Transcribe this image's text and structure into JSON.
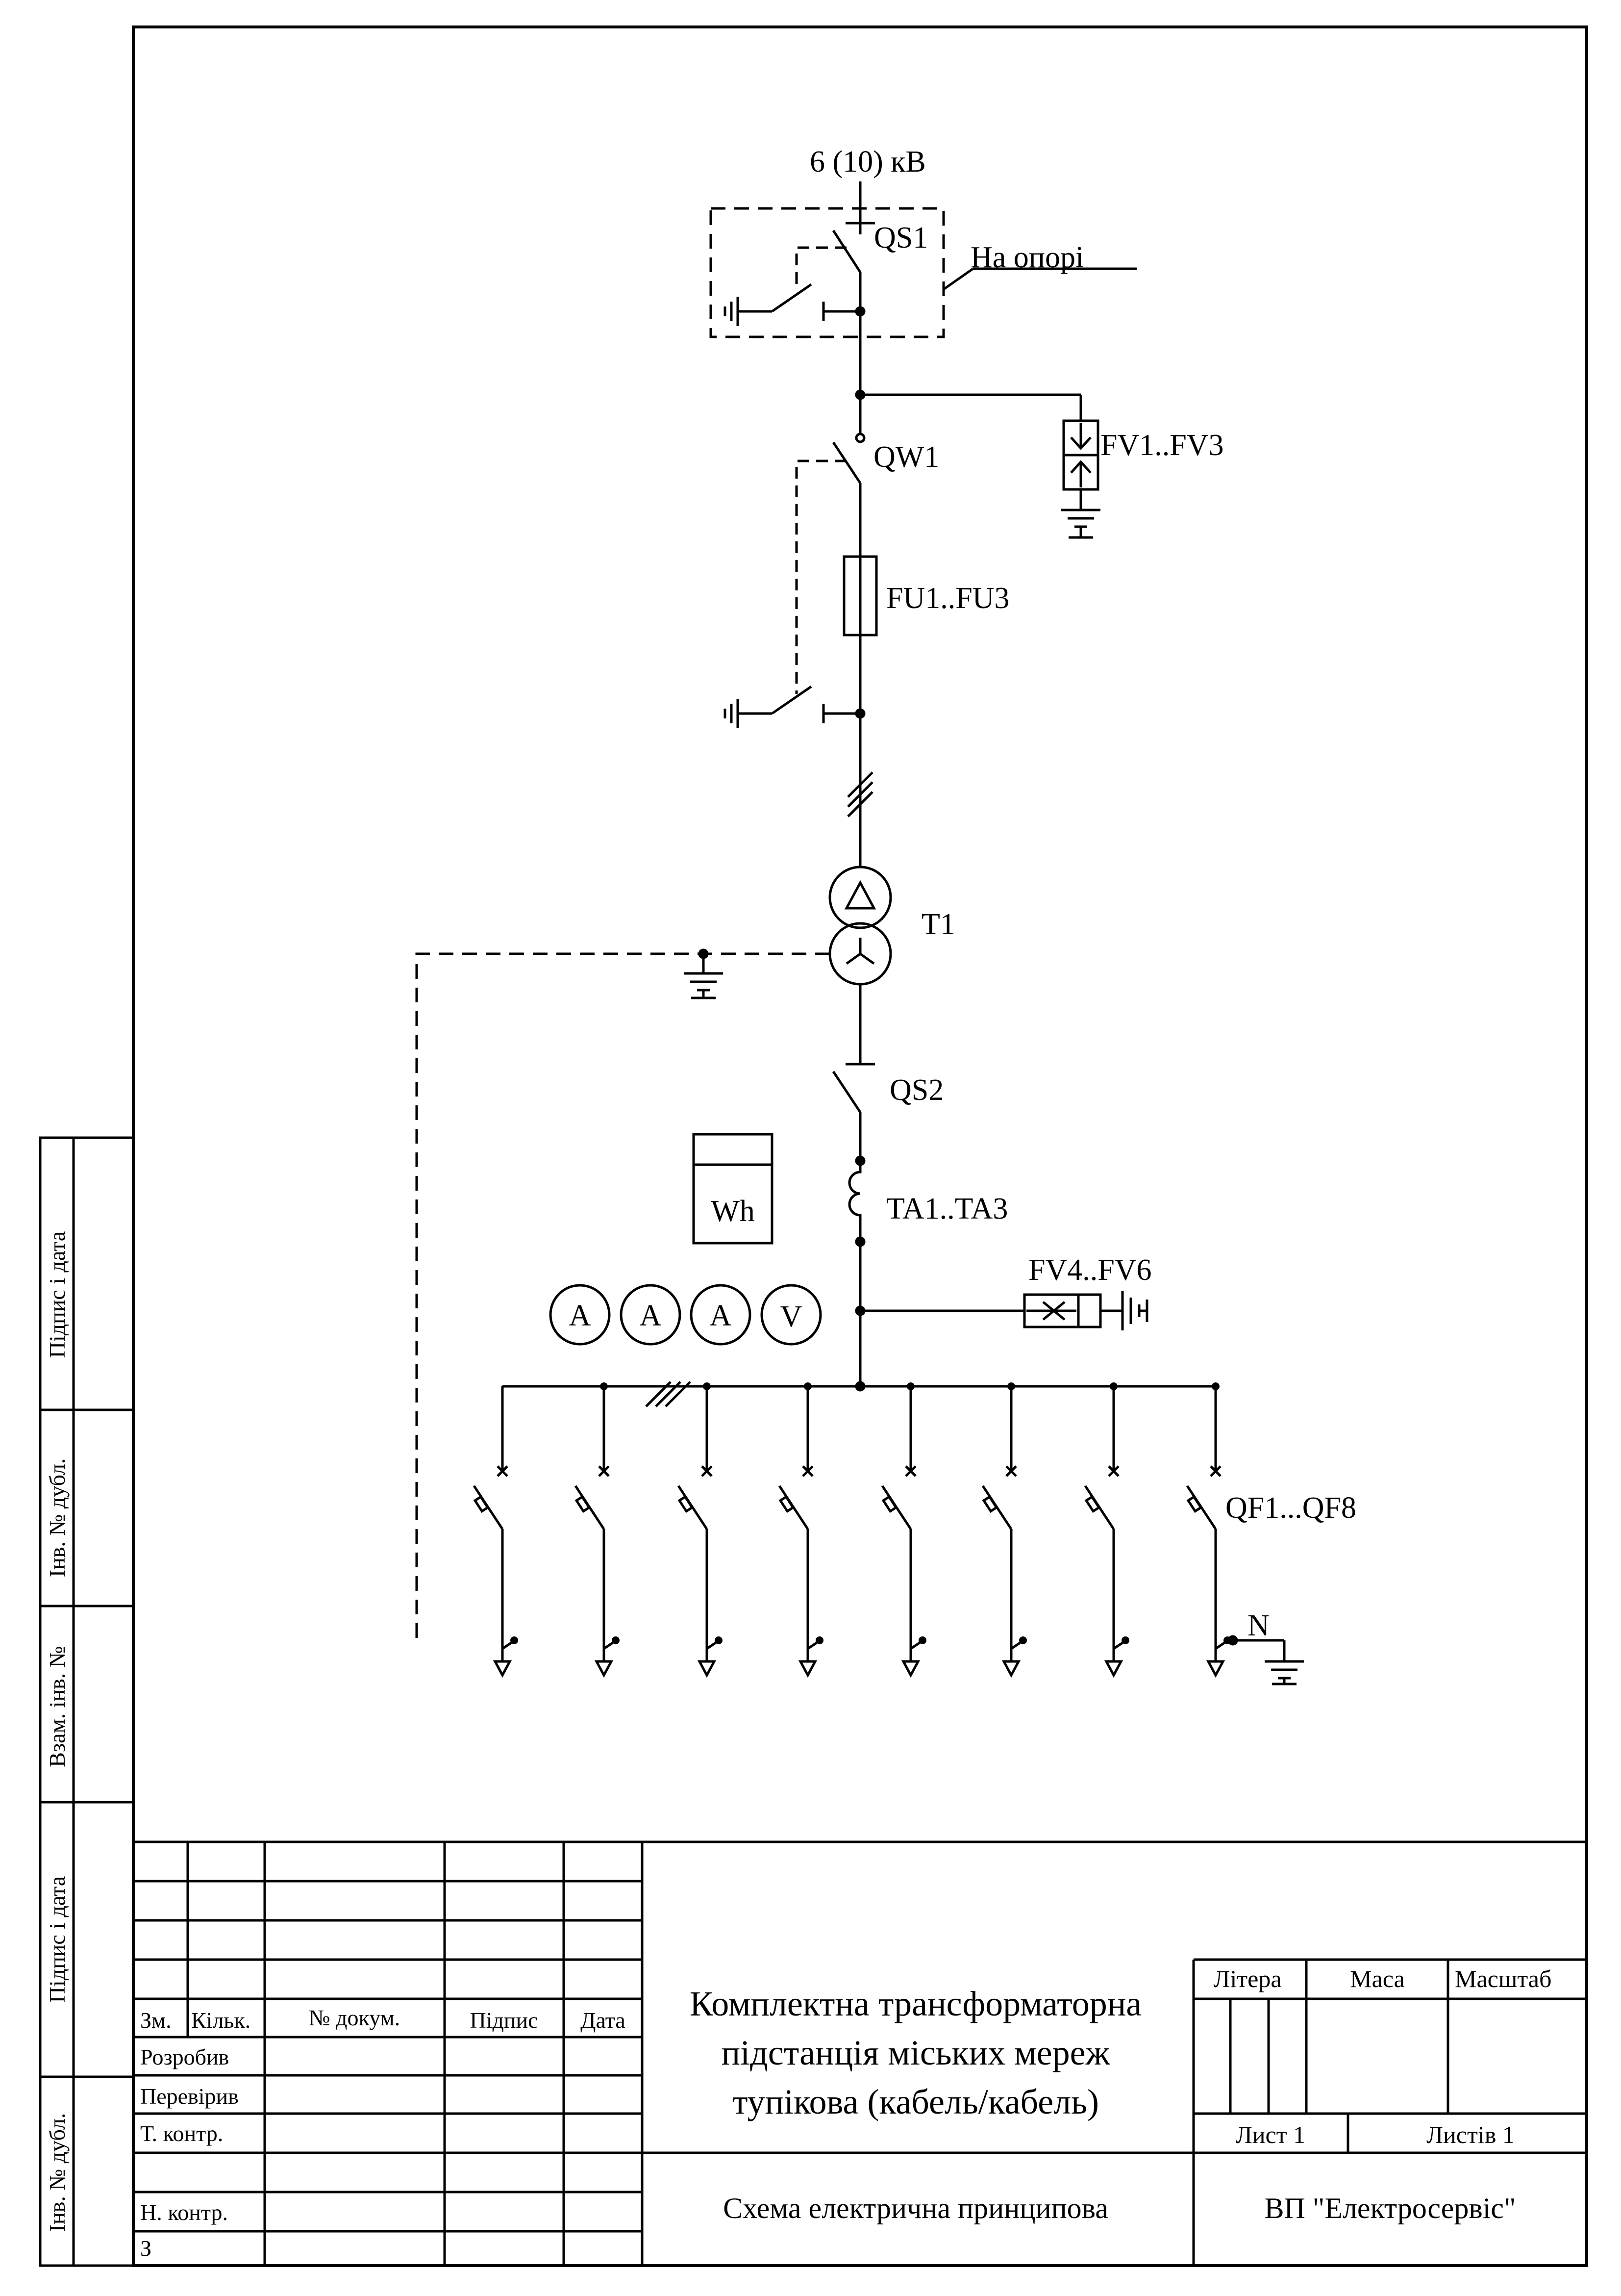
{
  "diagram": {
    "labels": {
      "voltage": "6 (10) кВ",
      "qs1": "QS1",
      "on_pole": "На опорі",
      "qw1": "QW1",
      "fv1": "FV1..FV3",
      "fu1": "FU1..FU3",
      "t1": "T1",
      "qs2": "QS2",
      "ta": "TA1..TA3",
      "fv4": "FV4..FV6",
      "qf": "QF1...QF8",
      "n": "N"
    },
    "meters": {
      "wh": "Wh",
      "a1": "A",
      "a2": "A",
      "a3": "A",
      "v": "V"
    }
  },
  "side_stamp": {
    "podpys_data_1": "Підпис і дата",
    "inv_dubl_1": "Інв. № дубл.",
    "vzam_inv": "Взам. інв. №",
    "podpys_data_2": "Підпис і дата",
    "inv_dubl_2": "Інв. № дубл."
  },
  "title_block": {
    "headers": {
      "zm": "Зм.",
      "kilk": "Кільк.",
      "dokum": "№ докум.",
      "pidpys": "Підпис",
      "data": "Дата"
    },
    "roles": {
      "rozrobyv": "Розробив",
      "perevirv": "Перевірив",
      "t_kontr": "Т. контр.",
      "n_kontr": "Н. контр.",
      "z": "З"
    },
    "title_line1": "Комплектна трансформаторна",
    "title_line2": "підстанція міських мереж",
    "title_line3": "тупікова (кабель/кабель)",
    "litera": "Літера",
    "masa": "Маса",
    "masshtab": "Масштаб",
    "lyst": "Лист 1",
    "lystiv": "Листів 1",
    "doc_type": "Схема електрична принципова",
    "org": "ВП \"Електросервіс\""
  }
}
